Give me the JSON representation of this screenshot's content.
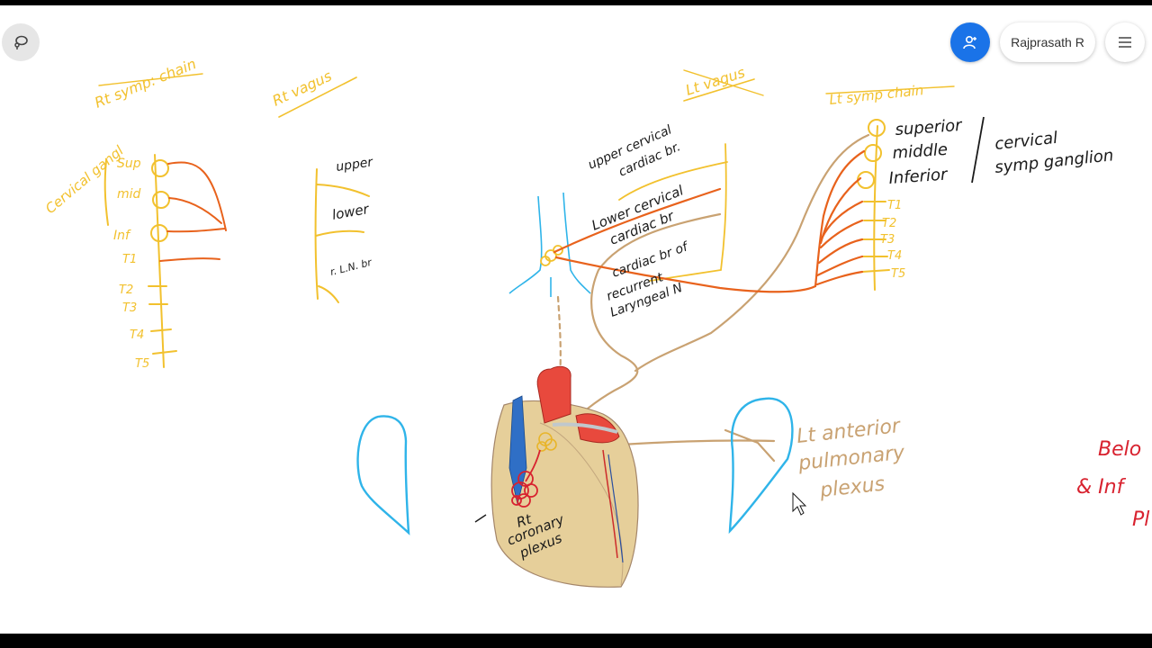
{
  "toolbar": {
    "tool_icon": "lasso-icon",
    "share_icon": "add-person-icon",
    "user_name": "Rajprasath R",
    "menu_icon": "hamburger-icon"
  },
  "colors": {
    "yellow": "#f2c12e",
    "orange": "#e8621c",
    "tan": "#c9a272",
    "blue": "#2fb4e9",
    "ink": "#1a1a1a",
    "red": "#d8222f",
    "accent": "#1a73e8"
  },
  "notes": {
    "rt_symp_chain": "Rt symp: chain",
    "rt_vagus": "Rt vagus",
    "cervical_gang": "Cervical gangl",
    "sup": "Sup",
    "mid": "mid",
    "inf": "Inf",
    "t1": "T1",
    "t2": "T2",
    "t3": "T3",
    "t4": "T4",
    "t5": "T5",
    "upper": "upper",
    "lower": "lower",
    "r_ln": "r. L.N. br",
    "lt_vagus": "Lt vagus",
    "lt_symp_chain": "Lt symp chain",
    "upper_cervical_1": "upper cervical",
    "upper_cervical_2": "cardiac br.",
    "lower_cervical_1": "Lower cervical",
    "lower_cervical_2": "cardiac br",
    "cardiac_br_1": "cardiac br of",
    "cardiac_br_2": "recurrent",
    "cardiac_br_3": "Laryngeal N",
    "superior": "superior",
    "middle": "middle",
    "inferior": "Inferior",
    "cervical": "cervical",
    "symp_ganglion": "symp ganglion",
    "lt_anterior_1": "Lt anterior",
    "lt_anterior_2": "pulmonary",
    "lt_anterior_3": "plexus",
    "rt_coronary_1": "Rt",
    "rt_coronary_2": "coronary",
    "rt_coronary_3": "plexus",
    "red_1": "Belo",
    "red_2": "& Inf",
    "red_3": "Pl"
  }
}
